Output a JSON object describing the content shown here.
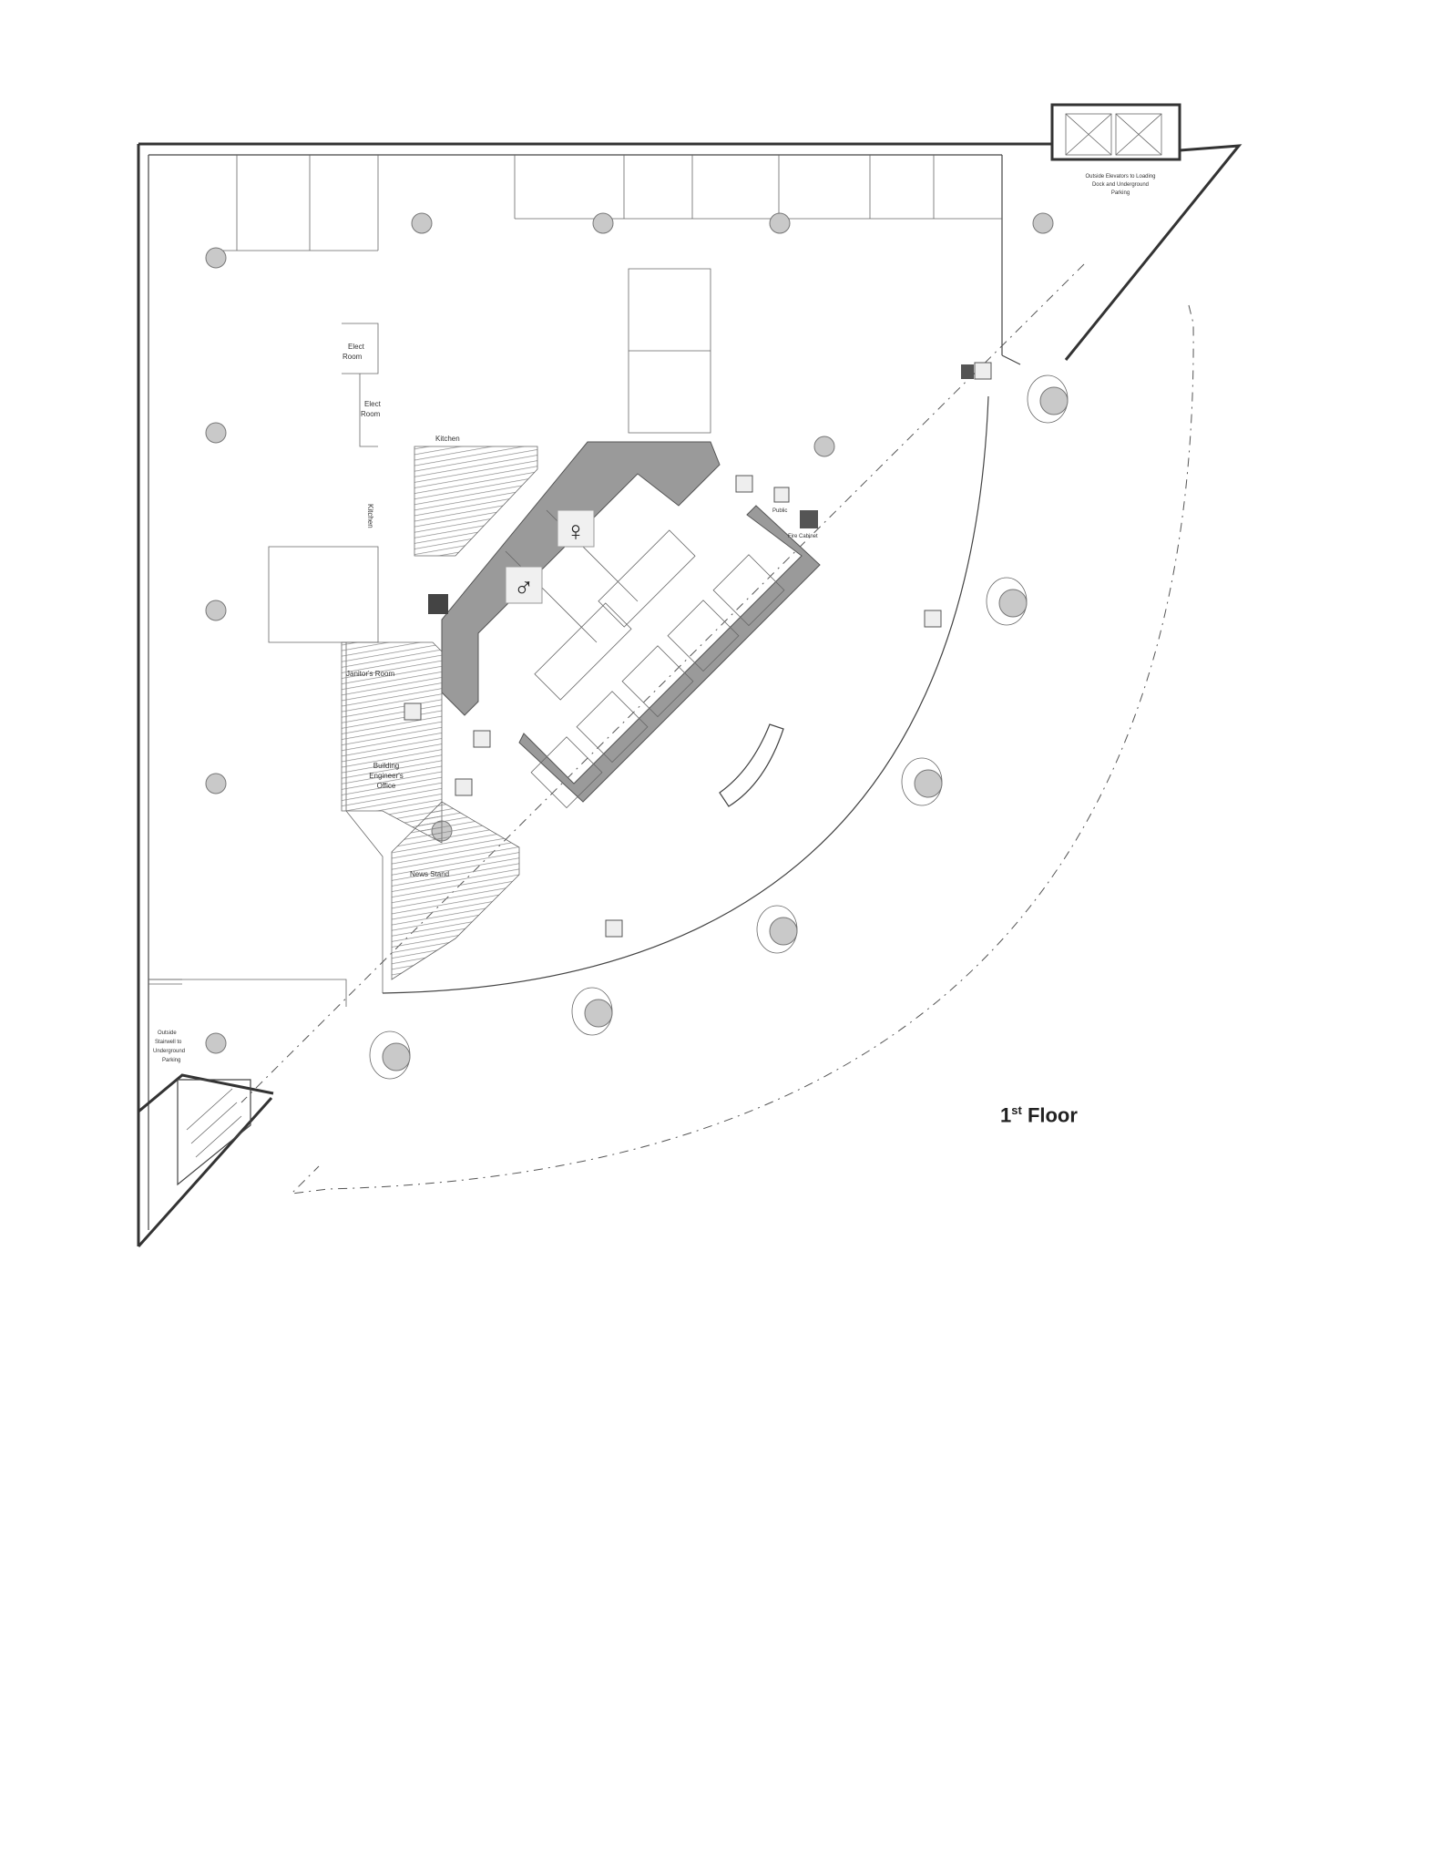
{
  "floor": {
    "number": "1",
    "suffix": "st",
    "word": "Floor"
  },
  "rooms": {
    "elevators_outside": [
      "Outside Elevators to Loading",
      "Dock and Underground",
      "Parking"
    ],
    "elect_room_1": [
      "Elect",
      "Room"
    ],
    "elect_room_2": [
      "Elect",
      "Room"
    ],
    "kitchen_top": "Kitchen",
    "kitchen_side": "Kitchen",
    "janitor": "Janitor's Room",
    "engineer": [
      "Building",
      "Engineer's",
      "Office"
    ],
    "news_stand": "News Stand",
    "stairwell_outside": [
      "Outside",
      "Stairwell to",
      "Underground",
      "Parking"
    ],
    "public_phone": "Public",
    "fire_ext": "Fire Cabinet"
  }
}
